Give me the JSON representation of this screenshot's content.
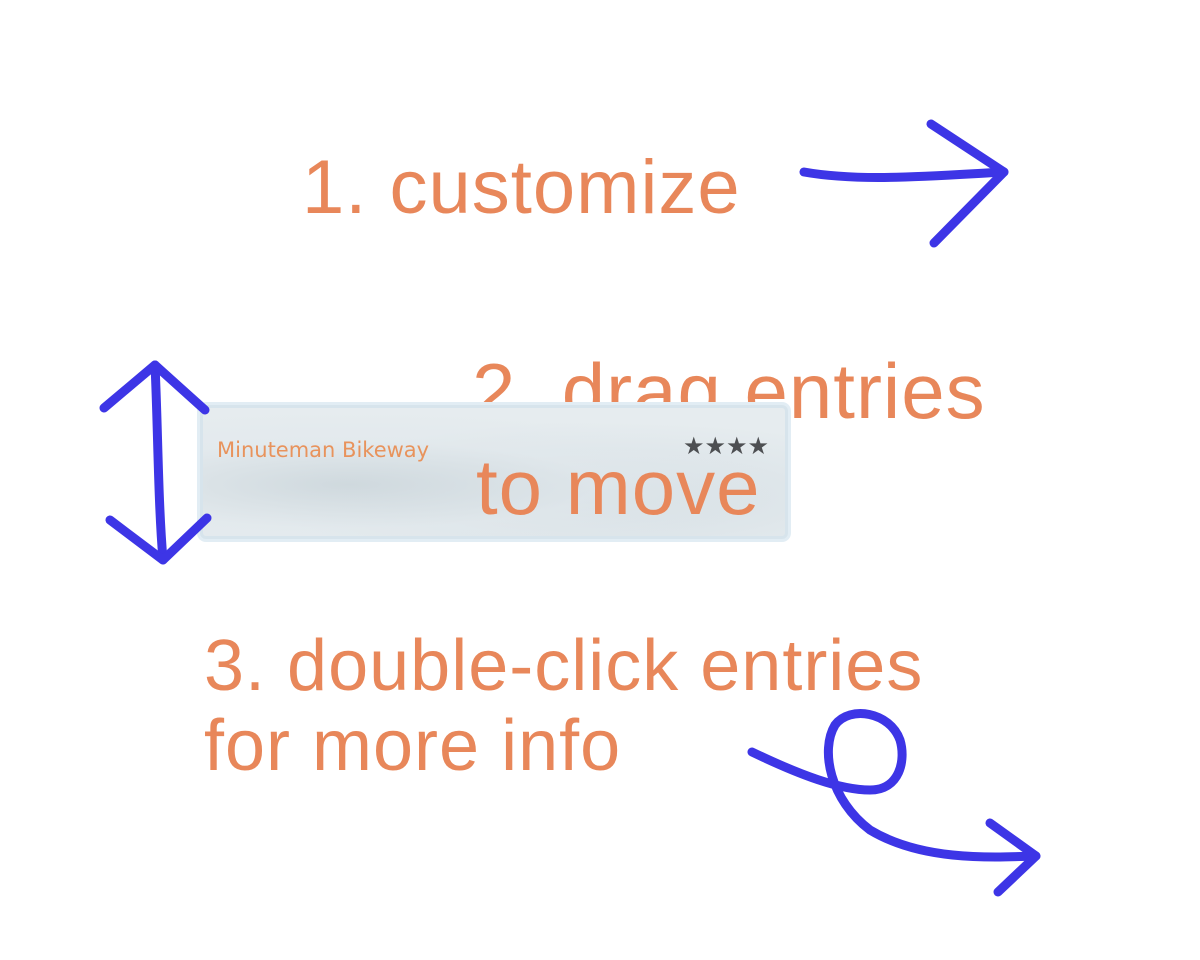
{
  "hints": {
    "customize": "1. customize",
    "drag_line1": "2. drag entries",
    "drag_line2": "to move",
    "doubleclick_line1": "3. double-click entries",
    "doubleclick_line2": "for more info"
  },
  "entry": {
    "name": "Minuteman Bikeway",
    "rating": 4,
    "rating_max": 4,
    "stars": [
      "★",
      "★",
      "★",
      "★"
    ]
  },
  "colors": {
    "hint_text": "#e8875a",
    "arrow": "#3d35e6",
    "entry_title": "#e8935c",
    "star": "#4d4f52"
  },
  "icons": [
    "arrow-right-icon",
    "double-arrow-vertical-icon",
    "loop-arrow-icon",
    "star-icon"
  ]
}
